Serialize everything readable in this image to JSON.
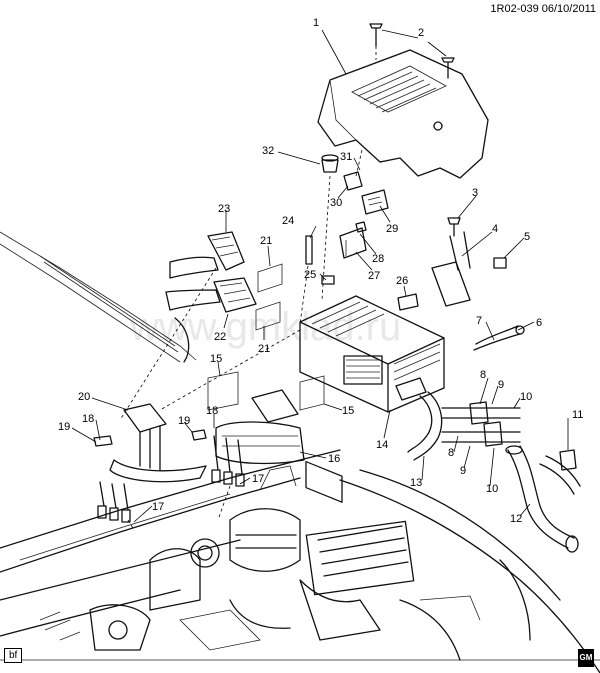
{
  "header": {
    "code": "1R02-039 06/10/2011"
  },
  "footer": {
    "tag": "bf",
    "logo": "GM"
  },
  "watermark": "www.gmklad.ru",
  "callouts": {
    "c1": "1",
    "c2": "2",
    "c3": "3",
    "c4": "4",
    "c5": "5",
    "c6": "6",
    "c7": "7",
    "c8a": "8",
    "c8b": "8",
    "c9a": "9",
    "c9b": "9",
    "c10a": "10",
    "c10b": "10",
    "c11": "11",
    "c12": "12",
    "c13": "13",
    "c14": "14",
    "c15a": "15",
    "c15b": "15",
    "c16": "16",
    "c17a": "17",
    "c17b": "17",
    "c18a": "18",
    "c18b": "18",
    "c19a": "19",
    "c19b": "19",
    "c20": "20",
    "c21a": "21",
    "c21b": "21",
    "c22": "22",
    "c23": "23",
    "c24": "24",
    "c25": "25",
    "c26": "26",
    "c27": "27",
    "c28": "28",
    "c29": "29",
    "c30": "30",
    "c31": "31",
    "c32": "32"
  }
}
